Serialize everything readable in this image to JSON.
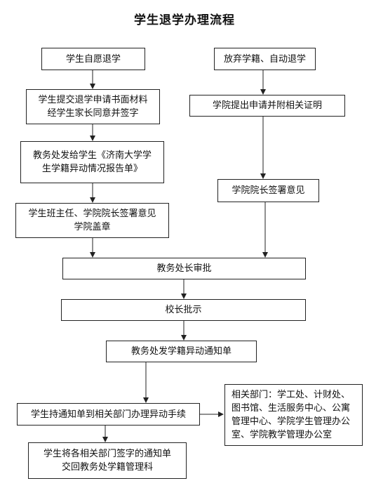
{
  "title": "学生退学办理流程",
  "nodes": {
    "voluntary": "学生自愿退学",
    "abandon": "放弃学籍、自动退学",
    "submit_application": "学生提交退学申请书面材料\n经学生家长同意并签字",
    "college_application": "学院提出申请并附相关证明",
    "issue_report_form": "教务处发给学生《济南大学学\n生学籍异动情况报告单》",
    "dean_sign": "学院院长签署意见",
    "advisor_sign": "学生班主任、学院院长签署意见\n学院盖章",
    "director_approval": "教务处长审批",
    "president_approval": "校长批示",
    "issue_notice": "教务处发学籍异动通知单",
    "department_procedures": "学生持通知单到相关部门办理异动手续",
    "related_departments": "相关部门：学工处、计财处、\n图书馆、生活服务中心、公寓\n管理中心、学院学生管理办公\n室、学院教学管理办公室",
    "return_notice": "学生将各相关部门签字的通知单\n交回教务处学籍管理科"
  }
}
